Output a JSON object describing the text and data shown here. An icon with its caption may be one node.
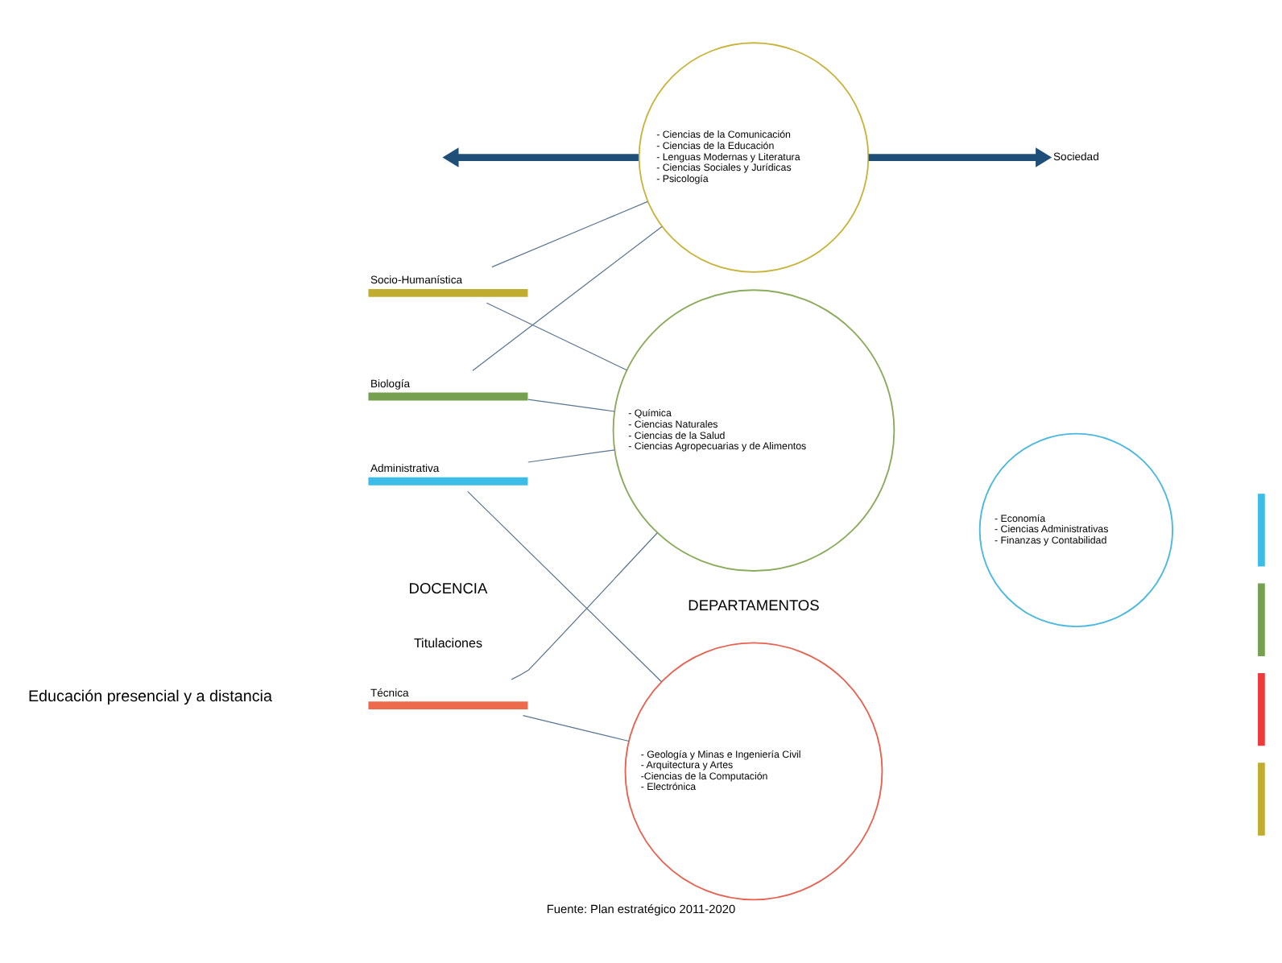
{
  "diagram": {
    "caption": "Fuente: Plan estratégico 2011-2020",
    "nodes": [
      {
        "text": [
          "Técnica"
        ]
      },
      {
        "text": [
          "Administrativa"
        ]
      },
      {
        "text": [
          "Biología"
        ]
      },
      {
        "text": [
          "Socio-Humanística"
        ]
      },
      {
        "text": [
          "- Geología y Minas e Ingeniería Civil",
          "- Arquitectura y Artes",
          "-Ciencias de la Computación",
          "- Electrónica"
        ]
      },
      {
        "text": [
          "- Química",
          "- Ciencias Naturales",
          "- Ciencias de la Salud",
          "- Ciencias Agropecuarias y de Alimentos"
        ]
      },
      {
        "text": [
          "- Economía",
          "- Ciencias Administrativas",
          "- Finanzas y Contabilidad"
        ]
      },
      {
        "text": [
          "- Ciencias de la Comunicación",
          "- Ciencias de la Educación",
          "- Lenguas Modernas y Literatura",
          "- Ciencias Sociales y Jurídicas",
          "- Psicología"
        ]
      },
      {
        "text": [
          "Sociedad"
        ]
      },
      {
        "text": [],
        "shape": "bar"
      },
      {
        "text": [],
        "shape": "bar"
      },
      {
        "text": [],
        "shape": "bar"
      },
      {
        "text": [],
        "shape": "bar"
      }
    ],
    "edges": [
      {
        "from": 0,
        "to": 4,
        "arrow": "none"
      },
      {
        "from": 0,
        "to": 5,
        "arrow": "none"
      },
      {
        "from": 1,
        "to": 4,
        "arrow": "none"
      },
      {
        "from": 1,
        "to": 5,
        "arrow": "none"
      },
      {
        "from": 2,
        "to": 5,
        "arrow": "none"
      },
      {
        "from": 2,
        "to": 7,
        "arrow": "none"
      },
      {
        "from": 3,
        "to": 5,
        "arrow": "none"
      },
      {
        "from": 3,
        "to": 7,
        "arrow": "none"
      },
      {
        "from": 7,
        "to": null,
        "arrow": "to",
        "style": "thick",
        "color": "#1f4e79"
      },
      {
        "from": 7,
        "to": 8,
        "arrow": "to",
        "style": "thick",
        "color": "#1f4e79"
      }
    ],
    "labels": [
      "DOCENCIA",
      "Titulaciones",
      "DEPARTAMENTOS",
      "Educación presencial y a distancia"
    ]
  }
}
